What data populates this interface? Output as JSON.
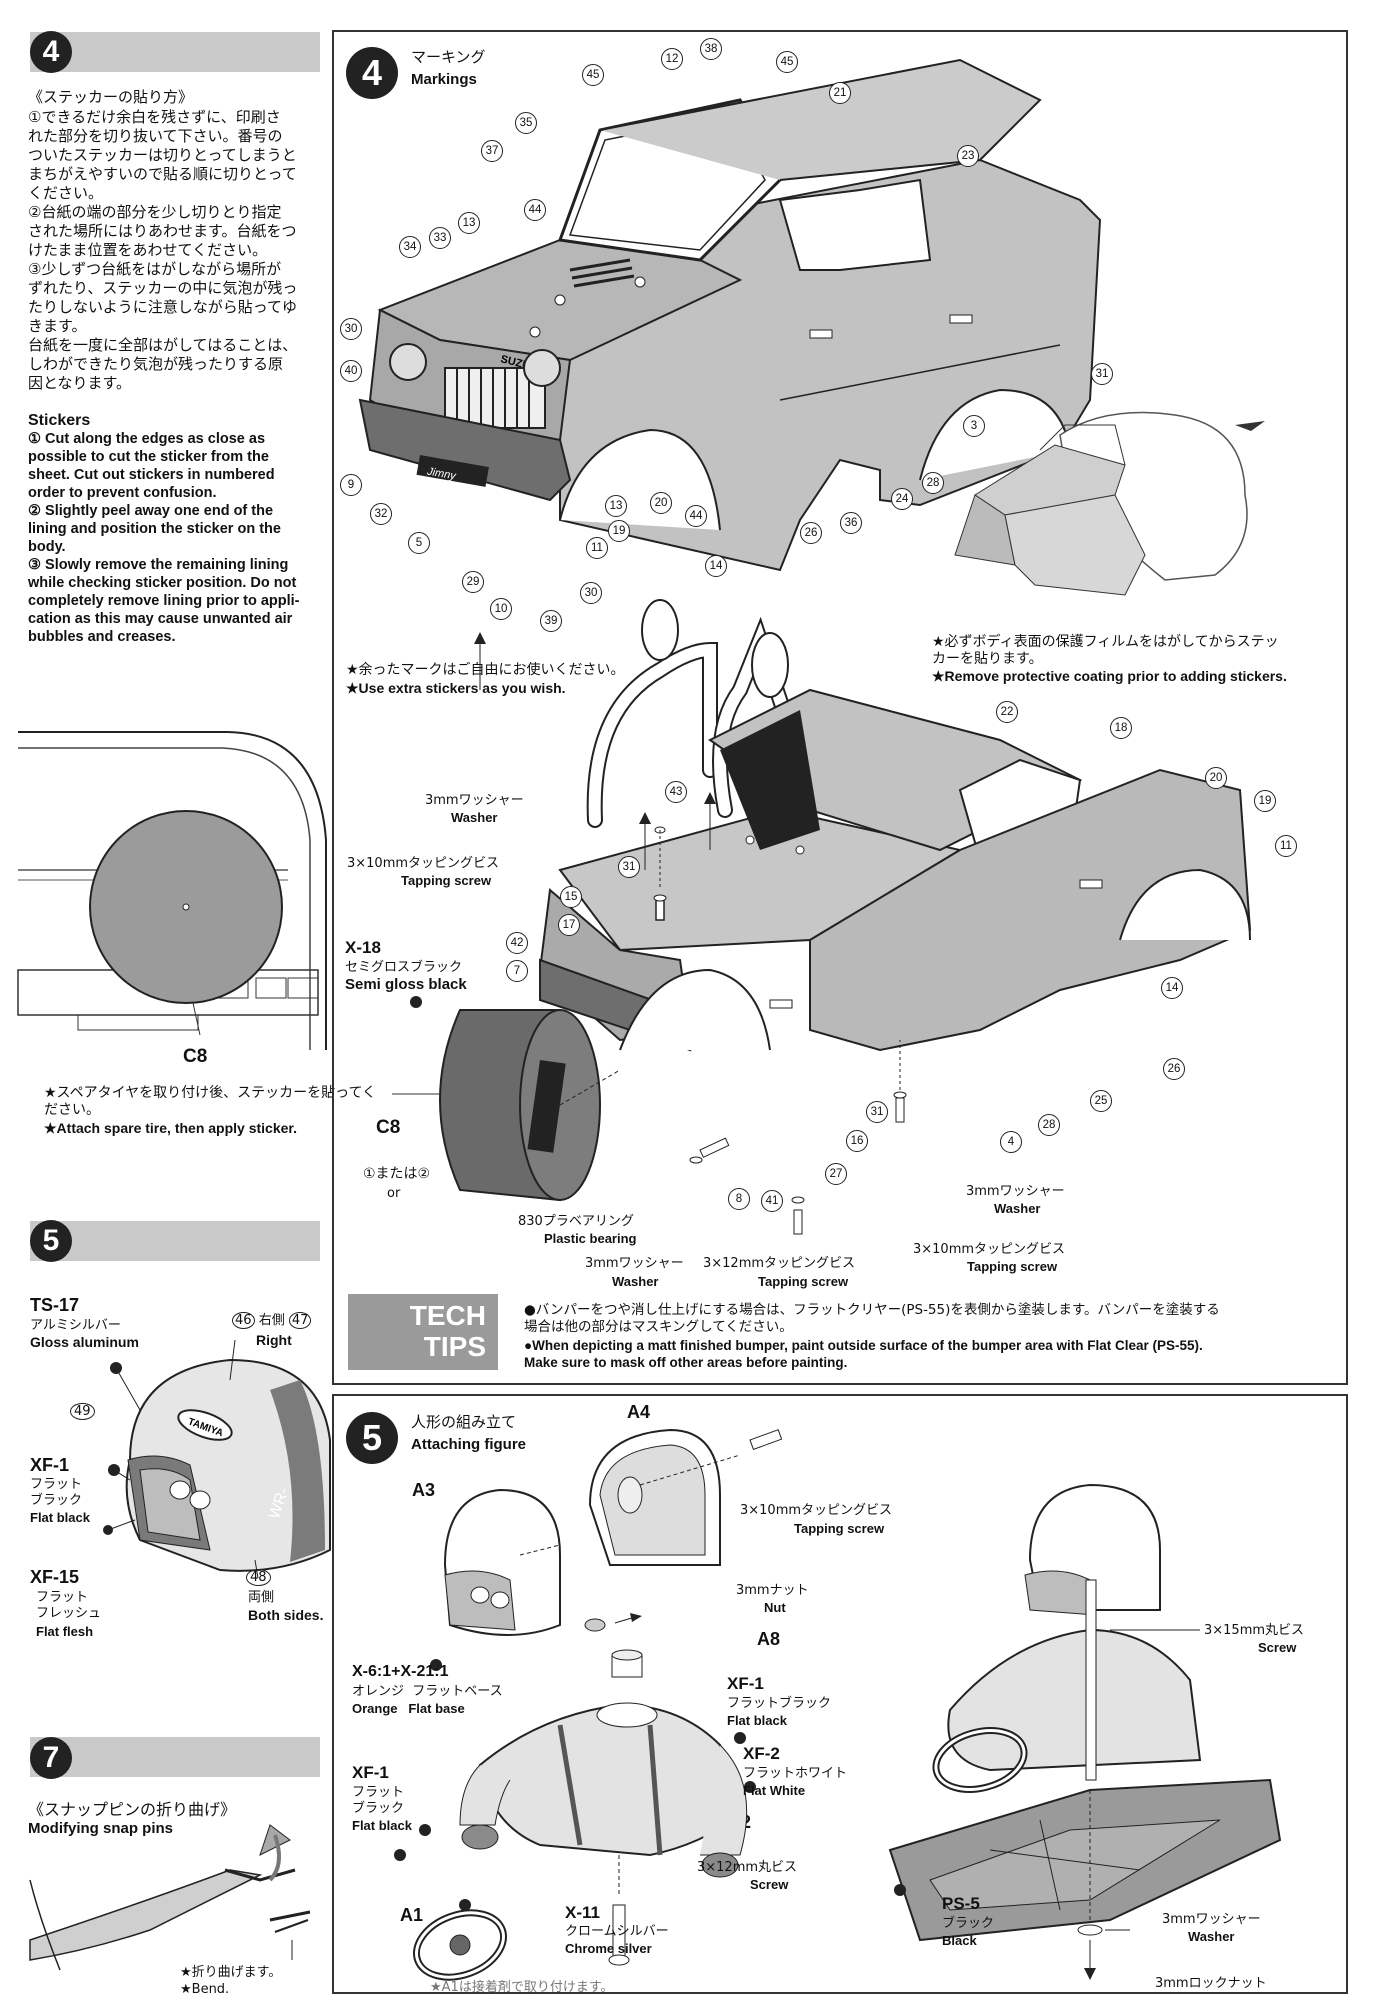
{
  "left": {
    "step4_num": "4",
    "step4_title_jp": "《ステッカーの貼り方》",
    "step4_jp": [
      "①できるだけ余白を残さずに、印刷さ",
      "れた部分を切り抜いて下さい。番号の",
      "ついたステッカーは切りとってしまうと",
      "まちがえやすいので貼る順に切りとって",
      "ください。",
      "②台紙の端の部分を少し切りとり指定",
      "された場所にはりあわせます。台紙をつ",
      "けたまま位置をあわせてください。",
      "③少しずつ台紙をはがしながら場所が",
      "ずれたり、ステッカーの中に気泡が残っ",
      "たりしないように注意しながら貼ってゆ",
      "きます。",
      "台紙を一度に全部はがしてはることは、",
      "しわができたり気泡が残ったりする原",
      "因となります。"
    ],
    "step4_en_title": "Stickers",
    "step4_en": [
      "① Cut along the edges as close as",
      "possible to cut the sticker from the",
      "sheet. Cut out stickers in numbered",
      "order to prevent confusion.",
      "② Slightly peel away one end of the",
      "lining and position the sticker on the",
      "body.",
      "③ Slowly remove the remaining lining",
      "while checking sticker position. Do not",
      "completely remove lining prior to appli-",
      "cation as this may cause unwanted air",
      "bubbles and creases."
    ],
    "c8_label": "C8",
    "spare_note_jp_1": "★スペアタイヤを取り付け後、ステッカーを貼ってく",
    "spare_note_jp_2": "ださい。",
    "spare_note_en": "★Attach spare tire, then apply sticker.",
    "step5_num": "5",
    "ts17": "TS-17",
    "ts17_jp": "アルミシルバー",
    "ts17_en": "Gloss aluminum",
    "n46": "46",
    "right_jp": "右側",
    "n47": "47",
    "right_en": "Right",
    "n49": "49",
    "xf1": "XF-1",
    "xf1_jp1": "フラット",
    "xf1_jp2": "ブラック",
    "xf1_en": "Flat black",
    "xf15": "XF-15",
    "xf15_jp1": "フラット",
    "xf15_jp2": "フレッシュ",
    "xf15_en": "Flat flesh",
    "n48": "48",
    "both_jp": "両側",
    "both_en": "Both sides.",
    "helmet_text": "TAMIYA",
    "step7_num": "7",
    "step7_jp": "《スナップピンの折り曲げ》",
    "step7_en": "Modifying snap pins",
    "bend_jp": "★折り曲げます。",
    "bend_en": "★Bend."
  },
  "panel4": {
    "num": "4",
    "title_jp": "マーキング",
    "title_en": "Markings",
    "callouts_top": [
      "45",
      "12",
      "38",
      "45",
      "21",
      "35",
      "37",
      "23",
      "44",
      "13",
      "33",
      "34",
      "30",
      "40",
      "9",
      "32",
      "5",
      "29",
      "10",
      "39",
      "30",
      "11",
      "13",
      "20",
      "44",
      "19",
      "14",
      "26",
      "36",
      "24",
      "28",
      "3",
      "31"
    ],
    "protect_jp_1": "★必ずボディ表面の保護フィルムをはがしてからステッ",
    "protect_jp_2": "カーを貼ります。",
    "protect_en": "★Remove protective coating prior to adding stickers.",
    "extra_jp": "★余ったマークはご自由にお使いください。",
    "extra_en": "★Use extra stickers as you wish.",
    "washer_jp": "3mmワッシャー",
    "washer_en": "Washer",
    "tap_jp": "3×10mmタッピングビス",
    "tap_en": "Tapping screw",
    "x18": "X-18",
    "x18_jp": "セミグロスブラック",
    "x18_en": "Semi gloss black",
    "callouts_bottom": [
      "22",
      "18",
      "20",
      "19",
      "11",
      "43",
      "31",
      "15",
      "17",
      "42",
      "7",
      "14",
      "26",
      "25",
      "28",
      "4",
      "31",
      "16",
      "27",
      "8",
      "41"
    ],
    "c8": "C8",
    "or_jp": "①または②",
    "or_en": "or",
    "bearing_jp": "830プラベアリング",
    "bearing_en": "Plastic bearing",
    "washer2_jp": "3mmワッシャー",
    "washer2_en": "Washer",
    "tap12_jp": "3×12mmタッピングビス",
    "tap12_en": "Tapping screw",
    "washer3_jp": "3mmワッシャー",
    "washer3_en": "Washer",
    "tap10b_jp": "3×10mmタッピングビス",
    "tap10b_en": "Tapping screw",
    "tech": "TECH",
    "tips": "TIPS",
    "tech_jp_1": "●バンパーをつや消し仕上げにする場合は、フラットクリヤー(PS-55)を表側から塗装します。バンパーを塗装する",
    "tech_jp_2": "場合は他の部分はマスキングしてください。",
    "tech_en_1": "●When depicting a matt finished bumper, paint outside surface of the bumper area with Flat Clear (PS-55).",
    "tech_en_2": "Make sure to mask off other areas before painting.",
    "grille_text": "SUZUKI",
    "decal_text": "Jimny"
  },
  "panel5": {
    "num": "5",
    "title_jp": "人形の組み立て",
    "title_en": "Attaching figure",
    "a4": "A4",
    "a3": "A3",
    "a8": "A8",
    "a2": "A2",
    "a1": "A1",
    "tap_jp": "3×10mmタッピングビス",
    "tap_en": "Tapping screw",
    "nut_jp": "3mmナット",
    "nut_en": "Nut",
    "x6": "X-6:1+X-21:1",
    "orange_jp": "オレンジ",
    "flatbase_jp": "フラットベース",
    "orange_en": "Orange",
    "flatbase_en": "Flat base",
    "xf1a": "XF-1",
    "xf1a_jp": "フラットブラック",
    "xf1a_en": "Flat black",
    "xf2": "XF-2",
    "xf2_jp": "フラットホワイト",
    "xf2_en": "Flat White",
    "xf1b": "XF-1",
    "xf1b_jp1": "フラット",
    "xf1b_jp2": "ブラック",
    "xf1b_en": "Flat black",
    "x11": "X-11",
    "x11_jp": "クロームシルバー",
    "x11_en": "Chrome silver",
    "screw12_jp": "3×12mm丸ビス",
    "screw12_en": "Screw",
    "screw15_jp": "3×15mm丸ビス",
    "screw15_en": "Screw",
    "ps5": "PS-5",
    "ps5_jp": "ブラック",
    "ps5_en": "Black",
    "washer_jp": "3mmワッシャー",
    "washer_en": "Washer",
    "locknut_jp": "3mmロックナット",
    "bottom_note": "★A1は接着剤で取り付けます。"
  }
}
